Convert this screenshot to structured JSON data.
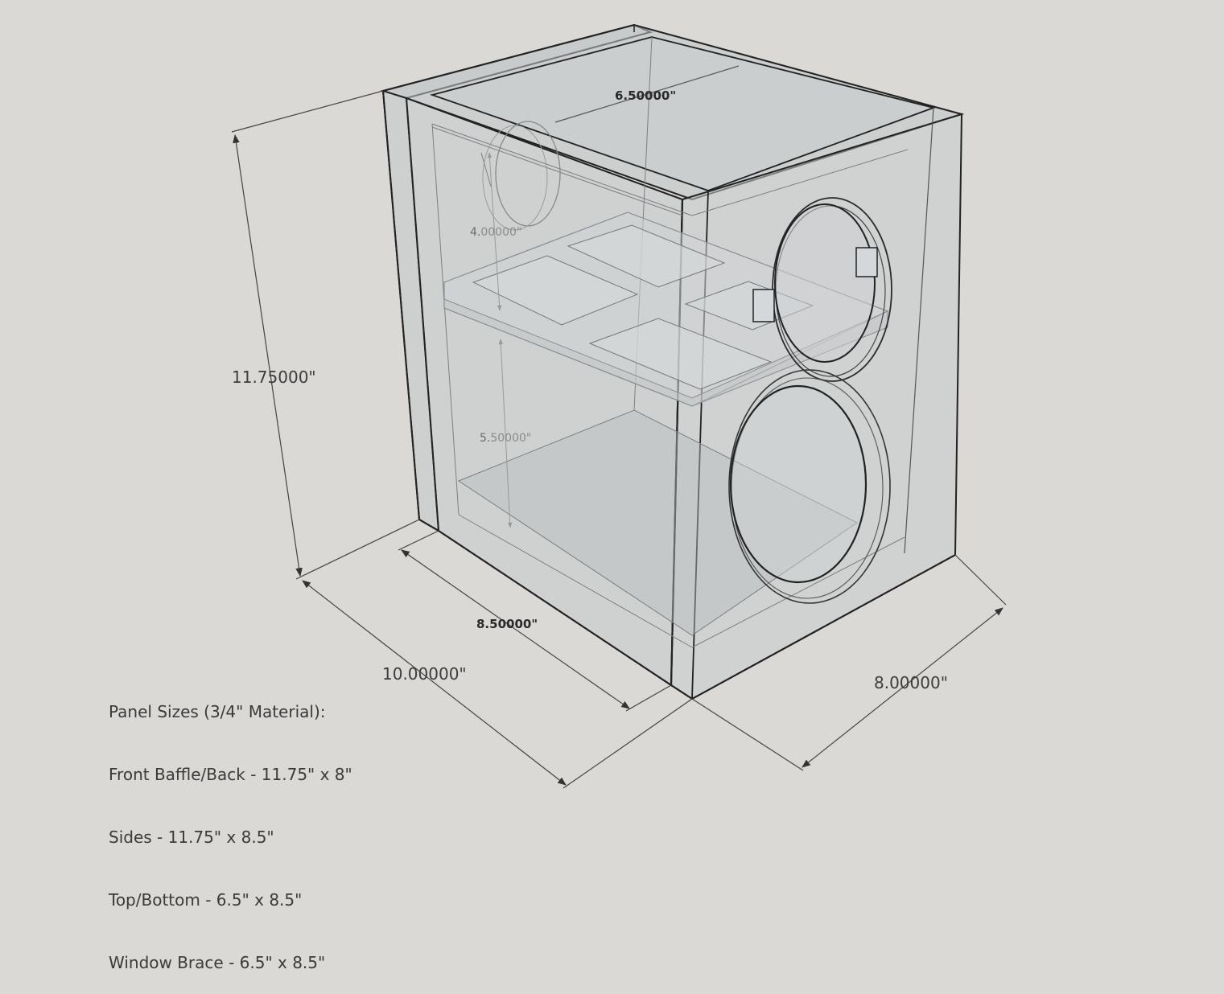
{
  "dimensions": {
    "height": "11.75000\"",
    "depth_outer": "10.00000\"",
    "depth_inner": "8.50000\"",
    "width": "8.00000\"",
    "inner_width": "6.50000\"",
    "upper_chamber_prefix": "4.",
    "upper_chamber_suffix": "00000\"",
    "lower_chamber_prefix": "5.",
    "lower_chamber_suffix": "50000\""
  },
  "notes": {
    "heading": "Panel Sizes (3/4\" Material):",
    "lines": [
      "Front Baffle/Back - 11.75\" x 8\"",
      "Sides - 11.75\" x 8.5\"",
      "Top/Bottom - 6.5\" x 8.5\"",
      "Window Brace - 6.5\" x 8.5\""
    ]
  },
  "colors": {
    "background": "#dad9d5",
    "panel_fill": "#c9cccf",
    "edge": "#222222",
    "dimension_line": "#444444"
  }
}
